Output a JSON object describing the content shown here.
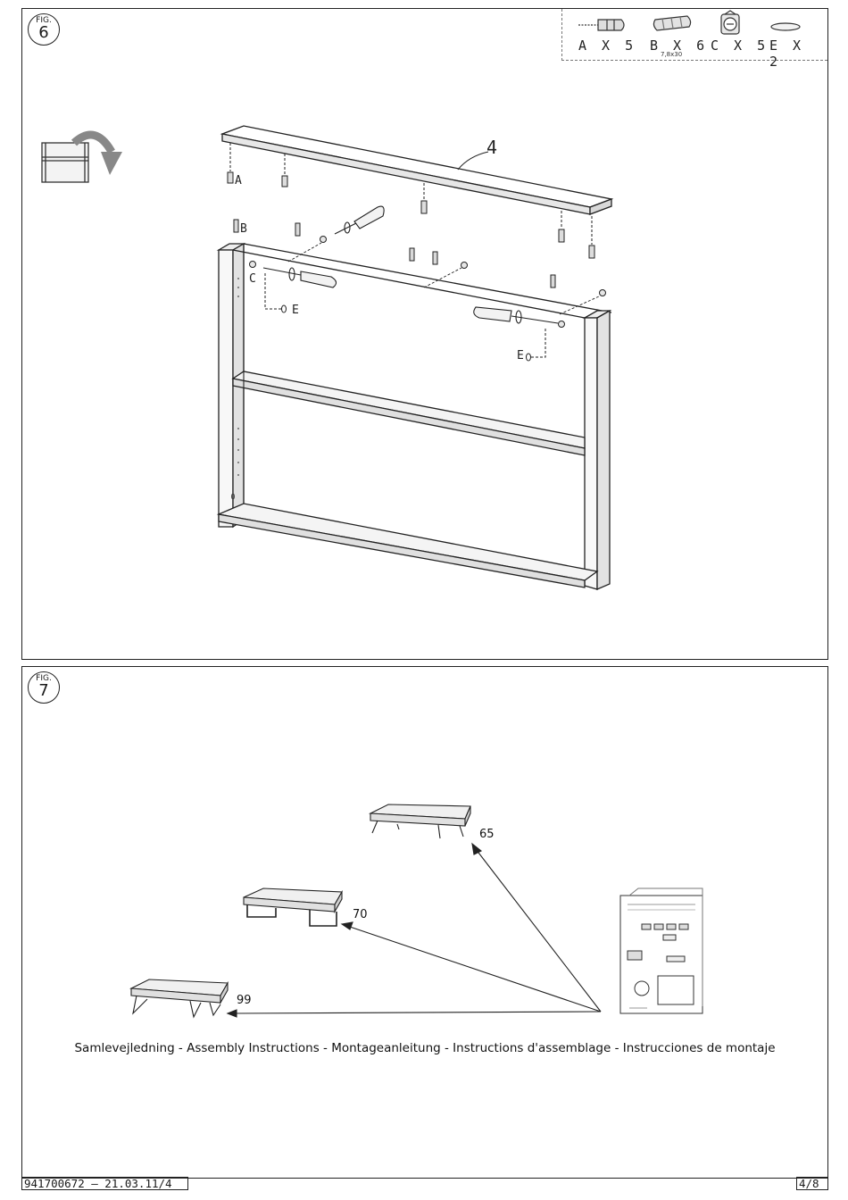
{
  "fig6": {
    "label": "FIG.",
    "number": "6",
    "part_callout": "4",
    "parts": [
      {
        "code": "A X 5",
        "icon": "cam-bolt-icon"
      },
      {
        "code": "B X 6",
        "icon": "wooden-dowel-icon",
        "size": "7,8x30"
      },
      {
        "code": "C X 5",
        "icon": "cam-lock-icon"
      },
      {
        "code": "E X 2",
        "icon": "cover-cap-icon"
      }
    ],
    "hardware_labels": {
      "a": "A",
      "b": "B",
      "c": "C",
      "e_left": "E",
      "e_right": "E"
    }
  },
  "fig7": {
    "label": "FIG.",
    "number": "7",
    "variants": [
      {
        "number": "65",
        "icon": "coffee-table-angled-legs-icon"
      },
      {
        "number": "70",
        "icon": "coffee-table-sled-legs-icon"
      },
      {
        "number": "99",
        "icon": "coffee-table-hairpin-legs-icon"
      }
    ],
    "booklet_icon": "instruction-booklet-icon",
    "caption": "Samlevejledning - Assembly Instructions - Montageanleitung - Instructions d'assemblage - Instrucciones de montaje"
  },
  "footer": {
    "doc_code": "941700672  –  21.03.11/4",
    "page": "4/8"
  }
}
